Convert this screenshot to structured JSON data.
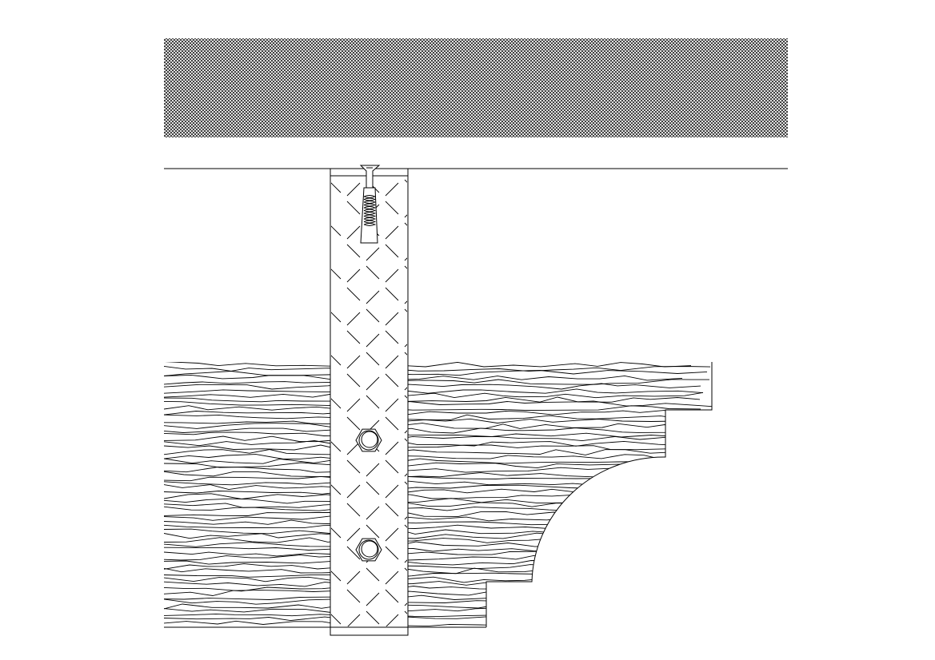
{
  "diagram": {
    "type": "cad-section-detail",
    "colors": {
      "line": "#000000",
      "background": "#ffffff"
    },
    "elements": [
      "ceiling-slab-crosshatch",
      "ceiling-line",
      "vertical-post",
      "anchor-screw",
      "hex-bolt",
      "hex-bolt",
      "wood-molding"
    ]
  }
}
